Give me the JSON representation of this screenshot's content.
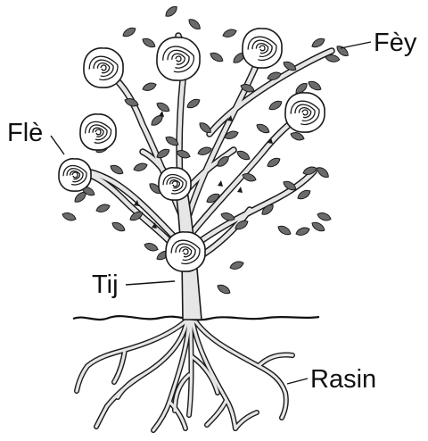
{
  "labels": {
    "flower": "Flè",
    "leaf": "Fèy",
    "stem": "Tij",
    "root": "Rasin"
  },
  "colors": {
    "leaf_fill": "#6b6b6b",
    "stem_fill": "#e6e6e6",
    "outline": "#1a1a1a",
    "background": "#ffffff"
  },
  "icons": {
    "flower": "rose-bloom-icon",
    "leaf": "leaf-icon"
  }
}
